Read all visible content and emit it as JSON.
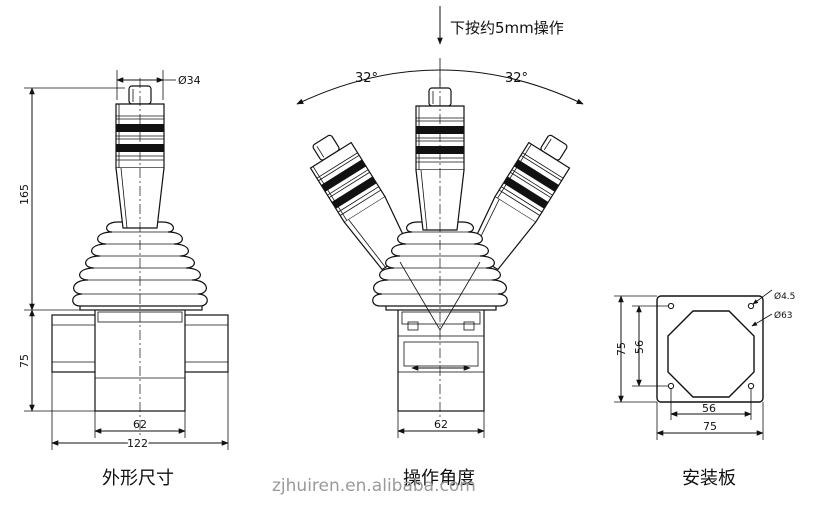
{
  "labels": {
    "press_note": "下按约5mm操作",
    "angle_left": "32°",
    "angle_right": "32°",
    "dia_grip": "Ø34",
    "dim_height": "165",
    "dim_base_height": "75",
    "dim_base_width_small": "62",
    "dim_base_width_total": "122",
    "dim_mid_width": "62",
    "dia_hole": "Ø4.5",
    "dia_circle": "Ø63",
    "plate_height": "75",
    "plate_inner_height": "56",
    "plate_inner_width": "56",
    "plate_width": "75",
    "caption_dimensions": "外形尺寸",
    "caption_angle": "操作角度",
    "caption_plate": "安装板",
    "watermark": "zjhuiren.en.alibaba.com"
  }
}
